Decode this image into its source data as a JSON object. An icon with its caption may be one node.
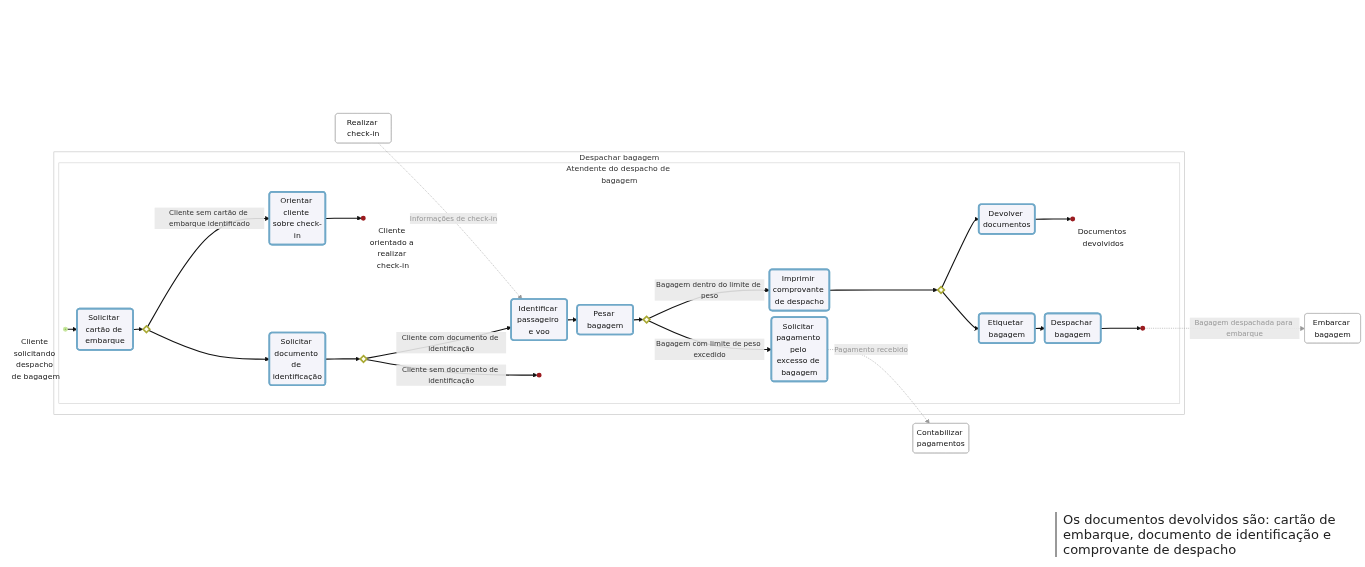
{
  "diagram": {
    "nodes": [
      {
        "text": [
          "Despachar bagagem"
        ]
      },
      {
        "text": [
          "Atendente do despacho de bagagem"
        ],
        "in": 0
      },
      {
        "text": [],
        "shape": "circle",
        "beside": [
          "Cliente solicitando despacho de bagagem"
        ],
        "in": 1
      },
      {
        "text": [
          "Solicitar cartão de embarque"
        ],
        "in": 1
      },
      {
        "text": [],
        "shape": "diamond",
        "in": 1
      },
      {
        "text": [
          "Solicitar documento de identificação"
        ],
        "in": 1
      },
      {
        "text": [
          "Orientar cliente sobre check-in"
        ],
        "in": 1
      },
      {
        "text": [],
        "shape": "circle",
        "beside": [
          "Cliente orientado a realizar check-in"
        ],
        "in": 1
      },
      {
        "text": [],
        "shape": "diamond",
        "in": 1
      },
      {
        "text": [
          "Identificar passageiro e voo"
        ],
        "in": 1
      },
      {
        "text": [],
        "shape": "circle",
        "in": 1
      },
      {
        "text": [
          "Pesar bagagem"
        ],
        "in": 1
      },
      {
        "text": [],
        "shape": "diamond",
        "in": 1
      },
      {
        "text": [
          "Solicitar pagamento pelo excesso de bagagem"
        ],
        "in": 1
      },
      {
        "text": [
          "Imprimir comprovante de despacho"
        ],
        "in": 1
      },
      {
        "text": [],
        "shape": "diamond",
        "in": 1
      },
      {
        "text": [
          "Devolver documentos"
        ],
        "in": 1
      },
      {
        "text": [],
        "shape": "circle",
        "beside": [
          "Documentos devolvidos"
        ],
        "in": 1
      },
      {
        "text": [
          "Etiquetar bagagem"
        ],
        "in": 1
      },
      {
        "text": [
          "Despachar bagagem"
        ],
        "in": 1
      },
      {
        "text": [],
        "shape": "circle",
        "in": 1
      },
      {
        "text": [
          "Realizar check-in"
        ]
      },
      {
        "text": [
          "Contabilizar pagamentos"
        ]
      },
      {
        "text": [
          "Embarcar bagagem"
        ]
      }
    ],
    "edges": [
      {
        "from": 2,
        "to": 3,
        "arrow": "to"
      },
      {
        "from": 3,
        "to": 4,
        "arrow": "to"
      },
      {
        "from": 4,
        "to": 5,
        "arrow": "to"
      },
      {
        "from": 4,
        "to": 6,
        "arrow": "to",
        "label": "Cliente sem cartão de embarque identificado"
      },
      {
        "from": 5,
        "to": 8,
        "arrow": "to"
      },
      {
        "from": 8,
        "to": 9,
        "arrow": "to",
        "label": "Cliente com documento de identificação"
      },
      {
        "from": 8,
        "to": 10,
        "arrow": "to",
        "label": "Cliente sem documento de identificação"
      },
      {
        "from": 6,
        "to": 7,
        "arrow": "to"
      },
      {
        "from": 9,
        "to": 11,
        "arrow": "to"
      },
      {
        "from": 11,
        "to": 12,
        "arrow": "to"
      },
      {
        "from": 12,
        "to": 13,
        "arrow": "to",
        "label": "Bagagem com limite de peso excedido"
      },
      {
        "from": 12,
        "to": 14,
        "arrow": "to",
        "label": "Bagagem dentro do limite de peso"
      },
      {
        "from": 14,
        "to": 15,
        "arrow": "to"
      },
      {
        "from": 15,
        "to": 16,
        "arrow": "to"
      },
      {
        "from": 15,
        "to": 18,
        "arrow": "to"
      },
      {
        "from": 16,
        "to": 17,
        "arrow": "to"
      },
      {
        "from": 18,
        "to": 19,
        "arrow": "to"
      },
      {
        "from": 19,
        "to": 20,
        "arrow": "to"
      },
      {
        "from": 21,
        "to": 9,
        "arrow": "to",
        "style": "dashed",
        "color": "#999999",
        "label": "Informações de check-in"
      },
      {
        "from": 13,
        "to": 22,
        "arrow": "to",
        "style": "dashed",
        "color": "#999999",
        "label": "Pagamento recebido"
      },
      {
        "from": 20,
        "to": 23,
        "arrow": "to",
        "style": "dashed",
        "color": "#999999",
        "label": "Bagagem despachada para embarque"
      }
    ],
    "labels": [
      "Os documentos devolvidos são: cartão de embarque, documento de identificação e comprovante de despacho"
    ]
  }
}
